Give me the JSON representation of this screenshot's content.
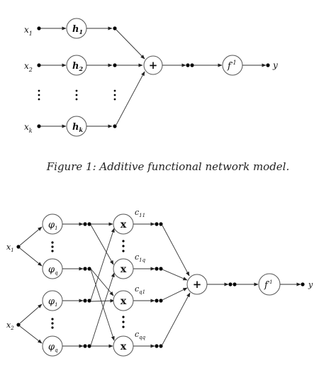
{
  "caption": "Figure 1:  Additive functional network model.",
  "diagram1": {
    "inputs": [
      {
        "name": "x",
        "sub": "1"
      },
      {
        "name": "x",
        "sub": "2"
      },
      {
        "name": "x",
        "sub": "k"
      }
    ],
    "functions": [
      {
        "name": "h",
        "sub": "1"
      },
      {
        "name": "h",
        "sub": "2"
      },
      {
        "name": "h",
        "sub": "k"
      }
    ],
    "sum_symbol": "+",
    "inverse": {
      "name": "f",
      "sup": "-1"
    },
    "output": "y"
  },
  "diagram2": {
    "inputs": [
      {
        "name": "x",
        "sub": "1"
      },
      {
        "name": "x",
        "sub": "2"
      }
    ],
    "phi_nodes": [
      {
        "name": "φ",
        "sub": "1"
      },
      {
        "name": "φ",
        "sub": "q"
      },
      {
        "name": "φ",
        "sub": "1"
      },
      {
        "name": "φ",
        "sub": "q"
      }
    ],
    "mult_symbol": "x",
    "weights": [
      {
        "name": "c",
        "sub": "11"
      },
      {
        "name": "c",
        "sub": "1q"
      },
      {
        "name": "c",
        "sub": "q1"
      },
      {
        "name": "c",
        "sub": "qq"
      }
    ],
    "sum_symbol": "+",
    "inverse": {
      "name": "f",
      "sup": "-1"
    },
    "output": "y"
  }
}
